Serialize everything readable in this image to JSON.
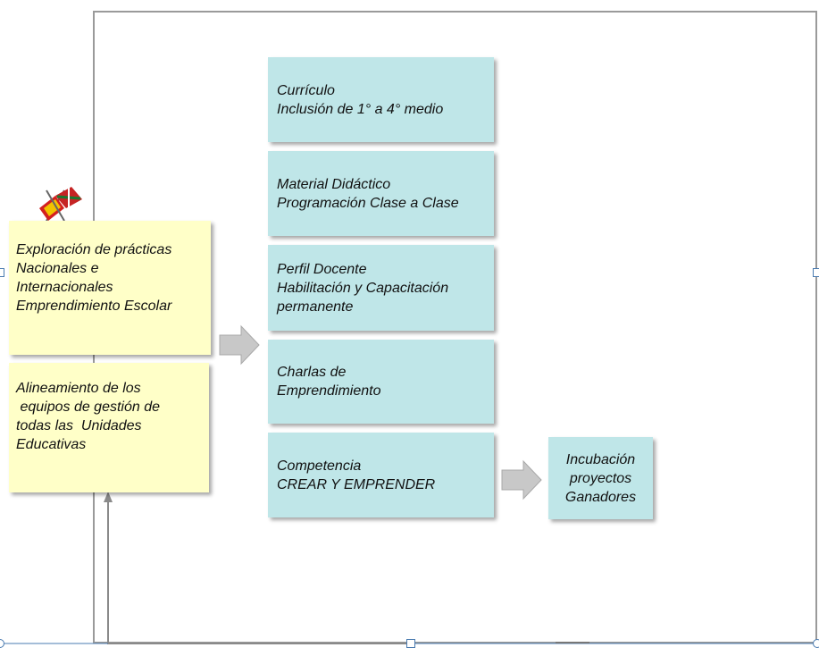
{
  "left": {
    "box1": [
      "Exploración de prácticas",
      "Nacionales e",
      "Internacionales",
      "Emprendimiento Escolar"
    ],
    "box2": [
      "Alineamiento de los",
      " equipos de gestión de",
      "todas las  Unidades",
      "Educativas"
    ]
  },
  "center": [
    {
      "l1": "Currículo",
      "l2": "Inclusión de 1° a 4° medio"
    },
    {
      "l1": "Material Didáctico",
      "l2": "Programación Clase a Clase"
    },
    {
      "l1": "Perfil Docente",
      "l2": "Habilitación y Capacitación",
      "l3": "permanente"
    },
    {
      "l1": "Charlas de",
      "l2": "Emprendimiento"
    },
    {
      "l1": "Competencia",
      "l2": "CREAR Y EMPRENDER"
    }
  ],
  "right": [
    "Incubación",
    "proyectos",
    "Ganadores"
  ],
  "colors": {
    "yellow": "#ffffc8",
    "teal": "#bfe6e8",
    "arrow": "#c8c8c8",
    "frame": "#9a9a9a"
  }
}
